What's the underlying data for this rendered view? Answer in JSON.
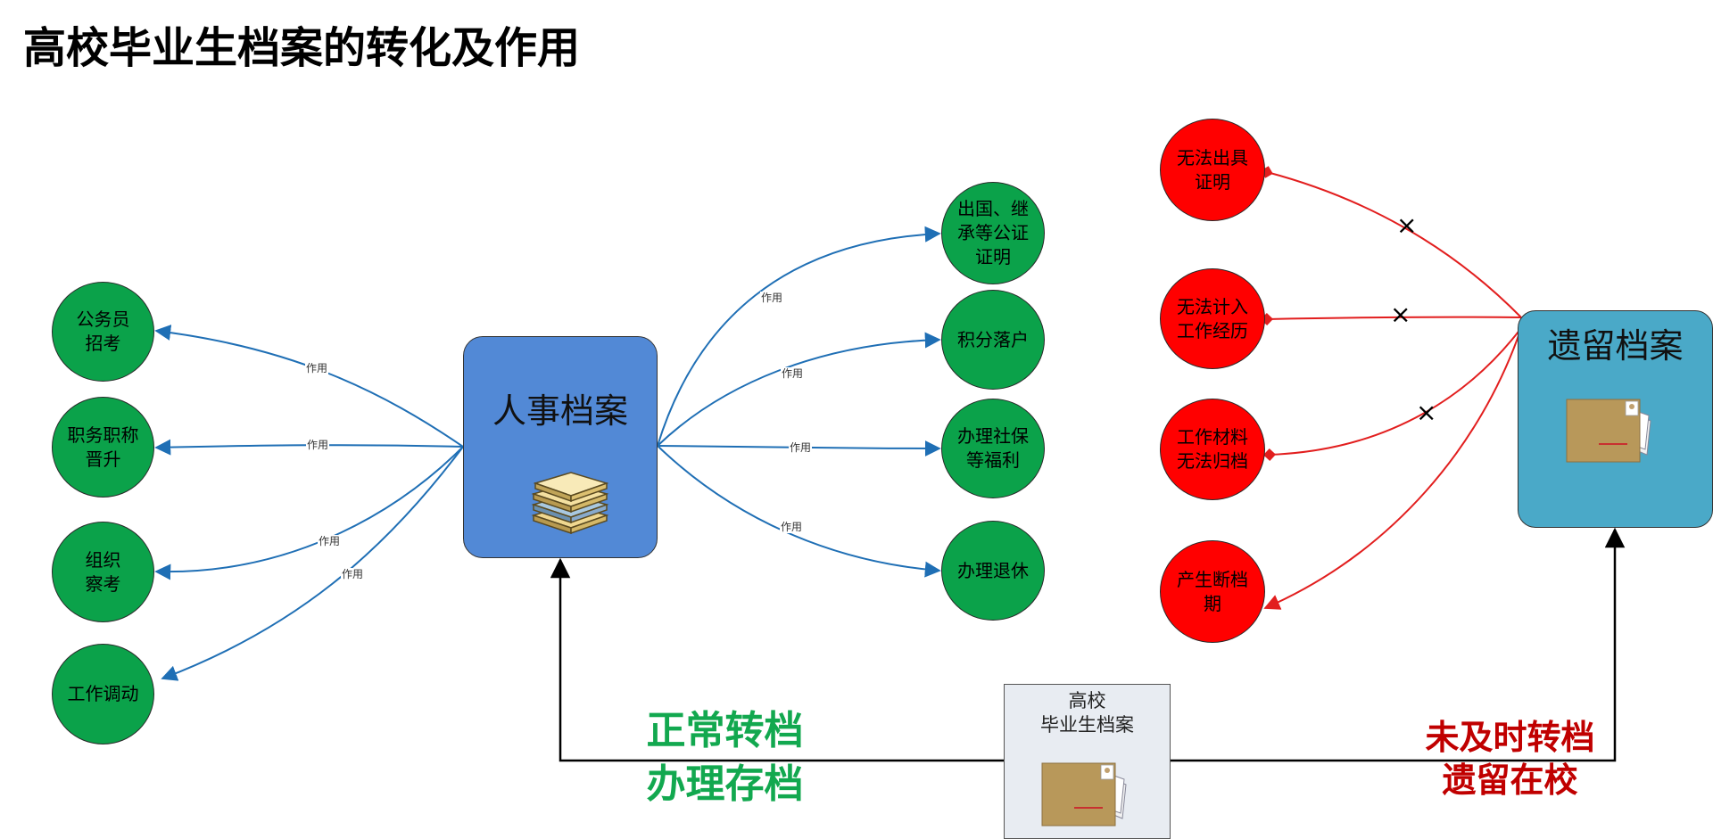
{
  "title": "高校毕业生档案的转化及作用",
  "personnel_archive": "人事档案",
  "left_archive": "遗留档案",
  "graduate_archive": "高校\n毕业生档案",
  "normal_path": "正常转档\n办理存档",
  "late_path": "未及时转档\n遗留在校",
  "edge_label": "作用",
  "cross_mark": "×",
  "left_uses": [
    "公务员\n招考",
    "职务职称\n晋升",
    "组织\n察考",
    "工作调动"
  ],
  "right_uses": [
    "出国、继\n承等公证\n证明",
    "积分落户",
    "办理社保\n等福利",
    "办理退休"
  ],
  "consequences": [
    "无法出具\n证明",
    "无法计入\n工作经历",
    "工作材料\n无法归档",
    "产生断档\n期"
  ],
  "colors": {
    "green_node": "#0ba24a",
    "red_node": "#ff0000",
    "blue_edge": "#1f6fb5",
    "red_edge": "#e21e1e",
    "personnel_box": "#5289d6",
    "left_box": "#4aa9c8",
    "normal_text": "#12a84f",
    "late_text": "#c00000"
  },
  "icons": [
    "stacked-files-icon",
    "envelope-archive-icon"
  ]
}
